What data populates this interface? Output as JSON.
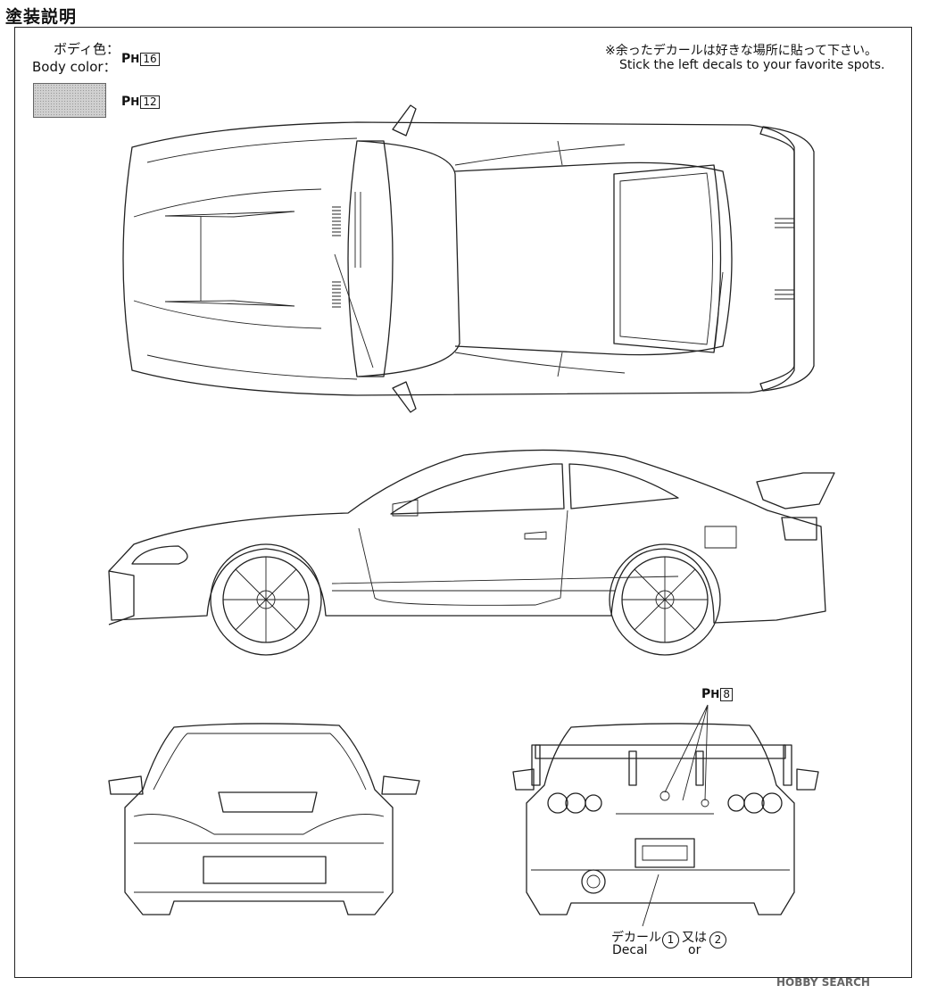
{
  "header": {
    "title": "塗装説明"
  },
  "body_color": {
    "label_ja": "ボディ色：",
    "label_en": "Body color：",
    "paint_prefix": "P",
    "paint_sub": "H",
    "paint_code": "16",
    "swatch_paint_code": "12"
  },
  "note": {
    "ja": "※余ったデカールは好きな場所に貼って下さい。",
    "en": "Stick the left decals to your favorite spots."
  },
  "rear_paint": {
    "code": "8"
  },
  "decal_callout": {
    "ja": "デカール",
    "en": "Decal",
    "num1": "1",
    "or_ja": "又は",
    "or_en": "or",
    "num2": "2"
  },
  "watermark": {
    "text": "HOBBY SEARCH"
  },
  "colors": {
    "line": "#222222",
    "swatch": "#d0d0d0"
  }
}
